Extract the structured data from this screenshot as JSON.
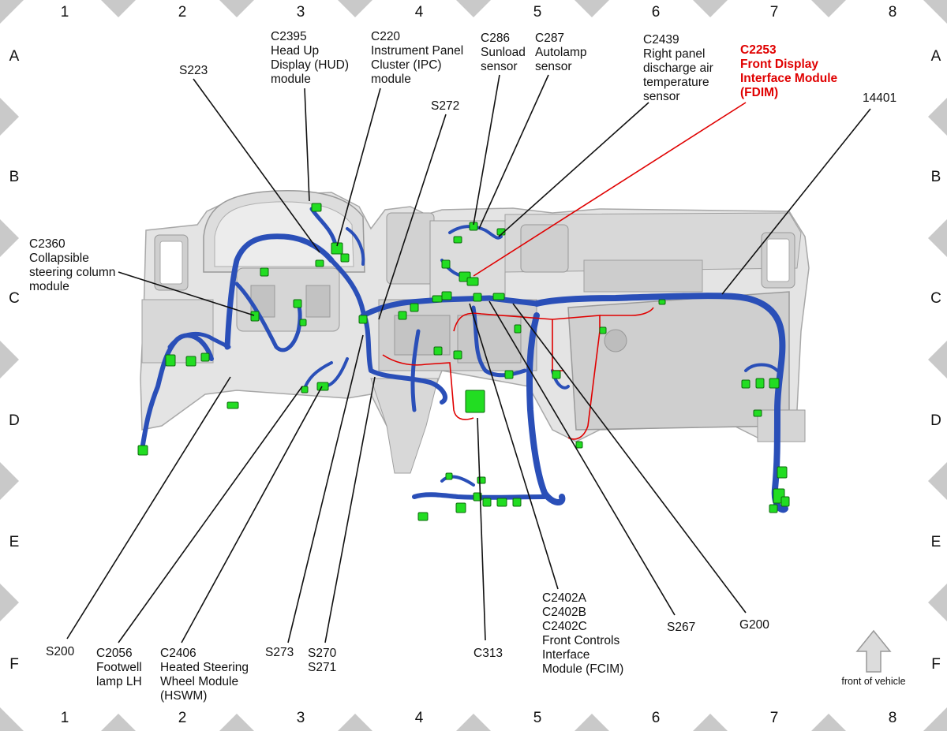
{
  "grid": {
    "columns": [
      "1",
      "2",
      "3",
      "4",
      "5",
      "6",
      "7",
      "8"
    ],
    "rows": [
      "A",
      "B",
      "C",
      "D",
      "E",
      "F"
    ]
  },
  "labels": {
    "c2395": [
      "C2395",
      "Head Up",
      "Display (HUD)",
      "module"
    ],
    "c220": [
      "C220",
      "Instrument Panel",
      "Cluster (IPC)",
      "module"
    ],
    "c286": [
      "C286",
      "Sunload",
      "sensor"
    ],
    "c287": [
      "C287",
      "Autolamp",
      "sensor"
    ],
    "c2439": [
      "C2439",
      "Right panel",
      "discharge air",
      "temperature",
      "sensor"
    ],
    "c2253": [
      "C2253",
      "Front Display",
      "Interface Module",
      "(FDIM)"
    ],
    "s223": [
      "S223"
    ],
    "s272": [
      "S272"
    ],
    "n14401": [
      "14401"
    ],
    "c2360": [
      "C2360",
      "Collapsible",
      "steering column",
      "module"
    ],
    "s200": [
      "S200"
    ],
    "c2056": [
      "C2056",
      "Footwell",
      "lamp LH"
    ],
    "c2406": [
      "C2406",
      "Heated Steering",
      "Wheel Module",
      "(HSWM)"
    ],
    "s273": [
      "S273"
    ],
    "s270": [
      "S270",
      "S271"
    ],
    "c313": [
      "C313"
    ],
    "c2402": [
      "C2402A",
      "C2402B",
      "C2402C",
      "Front Controls",
      "Interface",
      "Module (FCIM)"
    ],
    "s267": [
      "S267"
    ],
    "g200": [
      "G200"
    ]
  },
  "compass": {
    "label": "front of vehicle"
  },
  "colors": {
    "harness": "#2a4fb8",
    "connector": "#22dd22",
    "highlight": "#e00000",
    "panel": "#d9d9d9",
    "border_triangle": "#c9c9c9"
  }
}
